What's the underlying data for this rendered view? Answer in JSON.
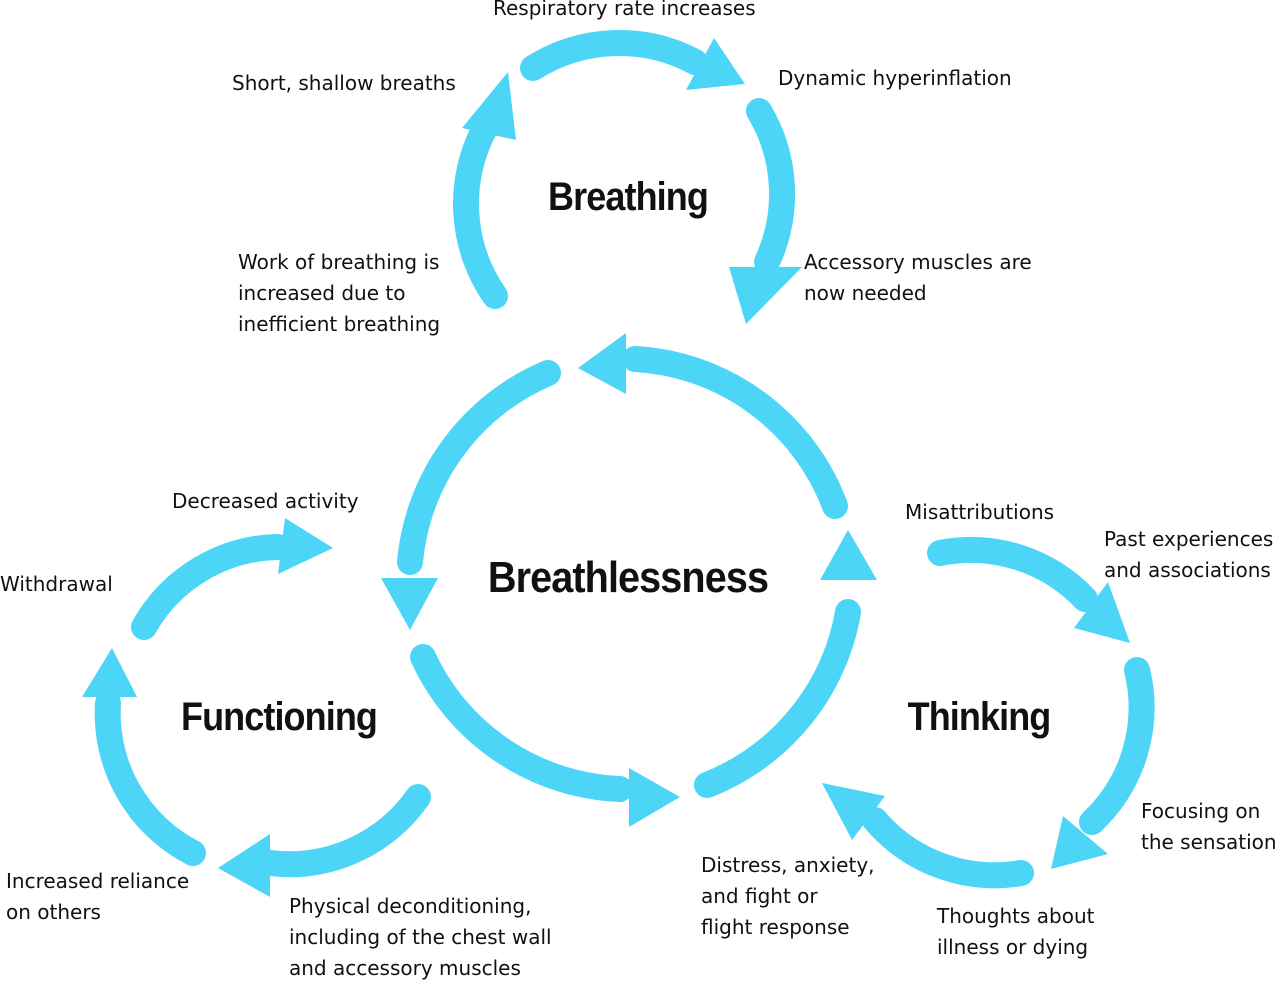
{
  "colors": {
    "arrow": "#4DD5F8",
    "text": "#111111",
    "background": "#ffffff"
  },
  "cycles": {
    "breathing": {
      "title": "Breathing",
      "steps": [
        "Respiratory rate increases",
        "Dynamic hyperinflation",
        "Accessory muscles are\nnow needed",
        "Work of breathing is\nincreased due to\ninefficient breathing",
        "Short, shallow breaths"
      ]
    },
    "breathlessness": {
      "title": "Breathlessness"
    },
    "functioning": {
      "title": "Functioning",
      "steps": [
        "Decreased activity",
        "Withdrawal",
        "Increased reliance\non others",
        "Physical deconditioning,\nincluding of the chest wall\nand accessory muscles"
      ]
    },
    "thinking": {
      "title": "Thinking",
      "steps": [
        "Misattributions",
        "Past experiences\nand associations",
        "Focusing on\nthe sensation",
        "Thoughts about\nillness or dying",
        "Distress, anxiety,\nand fight or\nflight response"
      ]
    }
  }
}
